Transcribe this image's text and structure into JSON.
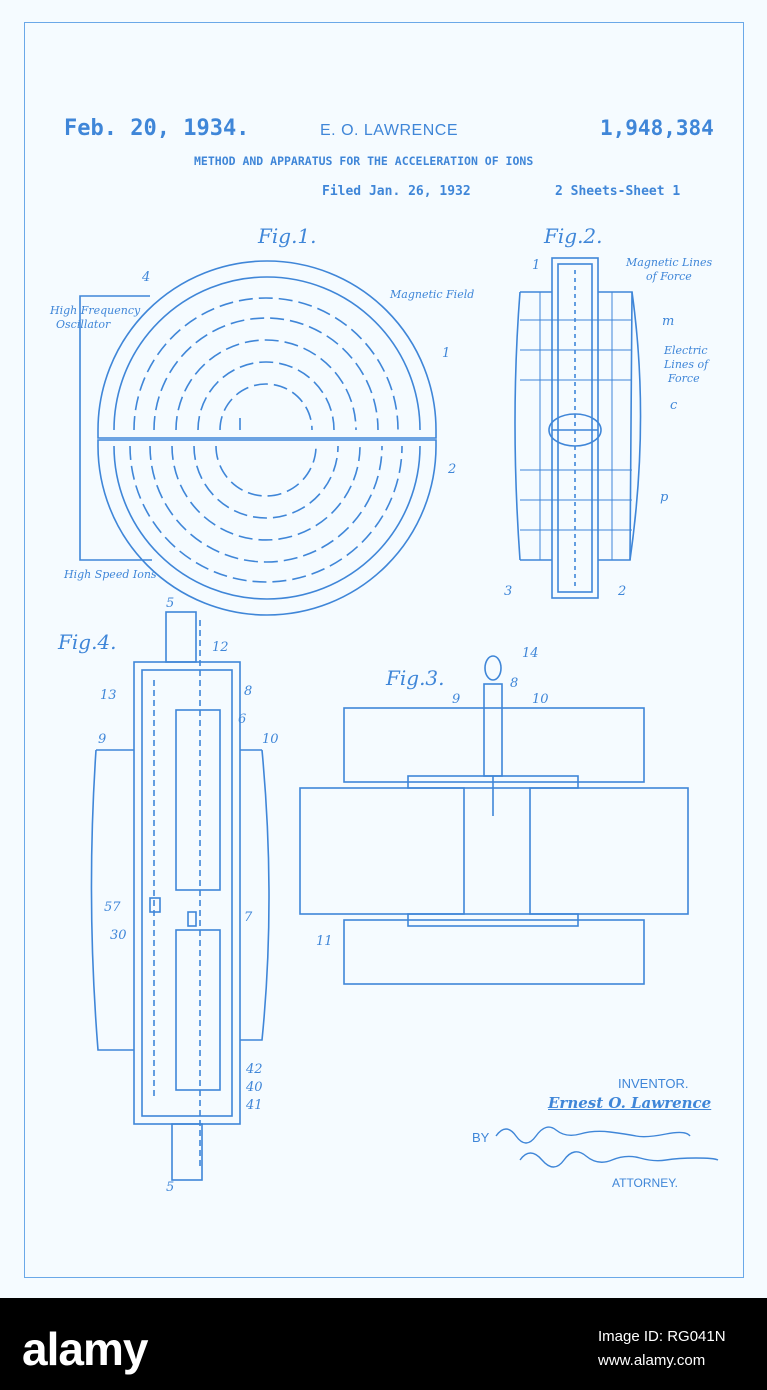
{
  "header": {
    "date": "Feb. 20, 1934.",
    "inventor": "E. O. LAWRENCE",
    "patent_number": "1,948,384",
    "title": "METHOD AND APPARATUS FOR THE ACCELERATION OF IONS",
    "filed": "Filed Jan. 26, 1932",
    "sheet": "2 Sheets-Sheet 1"
  },
  "figures": {
    "fig1": {
      "label": "Fig.1.",
      "high_frequency": "High Frequency",
      "oscillator": "Oscillator",
      "magnetic_field": "Magnetic Field",
      "high_speed_ions": "High Speed Ions",
      "n4": "4",
      "n1": "1",
      "n2": "2"
    },
    "fig2": {
      "label": "Fig.2.",
      "magnetic_lines_1": "Magnetic Lines",
      "magnetic_lines_2": "of Force",
      "electric_lines_1": "Electric",
      "electric_lines_2": "Lines of",
      "electric_lines_3": "Force",
      "n1": "1",
      "n2": "2",
      "n3": "3",
      "nm": "m",
      "nc": "c",
      "np": "p"
    },
    "fig3": {
      "label": "Fig.3.",
      "n14": "14",
      "n8": "8",
      "n9": "9",
      "n10": "10",
      "n11": "11"
    },
    "fig4": {
      "label": "Fig.4.",
      "n5top": "5",
      "n12": "12",
      "n13": "13",
      "n8": "8",
      "n6": "6",
      "n9": "9",
      "n10": "10",
      "n57": "57",
      "n30": "30",
      "n7": "7",
      "n42": "42",
      "n40": "40",
      "n41": "41",
      "n5bot": "5"
    }
  },
  "signature": {
    "inventor_heading": "INVENTOR.",
    "inventor_name": "Ernest O. Lawrence",
    "by": "BY",
    "attorney": "ATTORNEY."
  },
  "footer": {
    "logo": "alamy",
    "image_id": "Image ID: RG041N",
    "url": "www.alamy.com"
  },
  "colors": {
    "ink": "#3f86d8",
    "paper": "#f5fbff",
    "footer_bg": "#000000"
  }
}
